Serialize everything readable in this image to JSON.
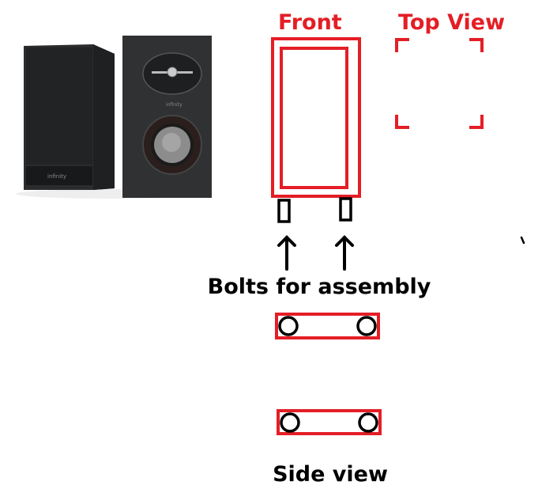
{
  "labels": {
    "front": "Front",
    "top_view": "Top View",
    "bolts": "Bolts for assembly",
    "side_view": "Side view"
  },
  "photo": {
    "brand_logo": "infinity"
  },
  "colors": {
    "accent": "#e41e26",
    "ink": "#000000",
    "speaker": "#2a2b2d"
  }
}
